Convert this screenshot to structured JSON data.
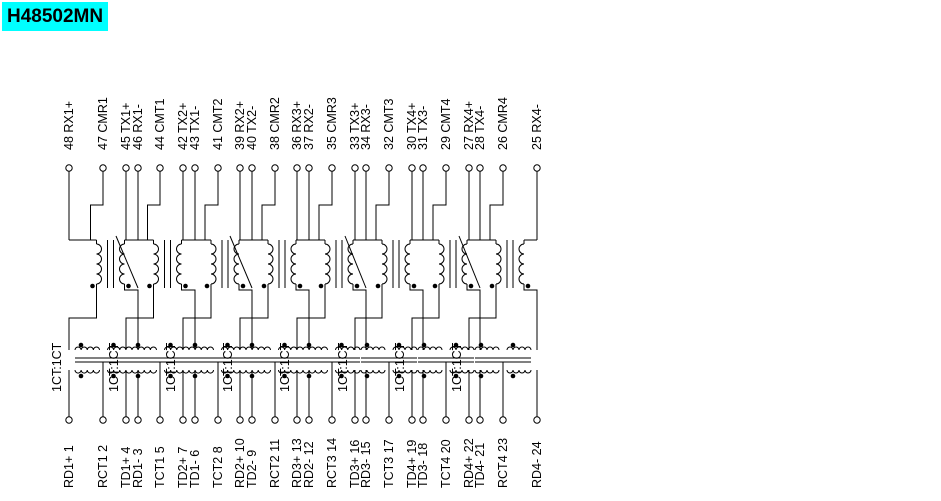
{
  "title": "H48502MN",
  "ratio_label": "1CT:1CT",
  "top_pins": [
    "48  RX1+",
    "47  CMR1",
    "46  RX1-",
    "45  TX1+",
    "44  CMT1",
    "43  TX1-",
    "42  TX2+",
    "41  CMT2",
    "40  TX2-",
    "39  RX2+",
    "38  CMR2",
    "37  RX2-",
    "36  RX3+",
    "35  CMR3",
    "34  RX3-",
    "33  TX3+",
    "32  CMT3",
    "31  TX3-",
    "30  TX4+",
    "29  CMT4",
    "28  TX4-",
    "27  RX4+",
    "26  CMR4",
    "25  RX4-"
  ],
  "bottom_pins": [
    "RD1+  1",
    "RCT1  2",
    "RD1-  3",
    "TD1+  4",
    "TCT1  5",
    "TD1-  6",
    "TD2+  7",
    "TCT2  8",
    "TD2-  9",
    "RD2+ 10",
    "RCT2 11",
    "RD2-  12",
    "RD3+ 13",
    "RCT3 14",
    "RD3-  15",
    "TD3+  16",
    "TCT3  17",
    "TD3-  18",
    "TD4+ 19",
    "TCT4  20",
    "TD4-  21",
    "RD4+ 22",
    "RCT4 23",
    "RD4-  24"
  ]
}
